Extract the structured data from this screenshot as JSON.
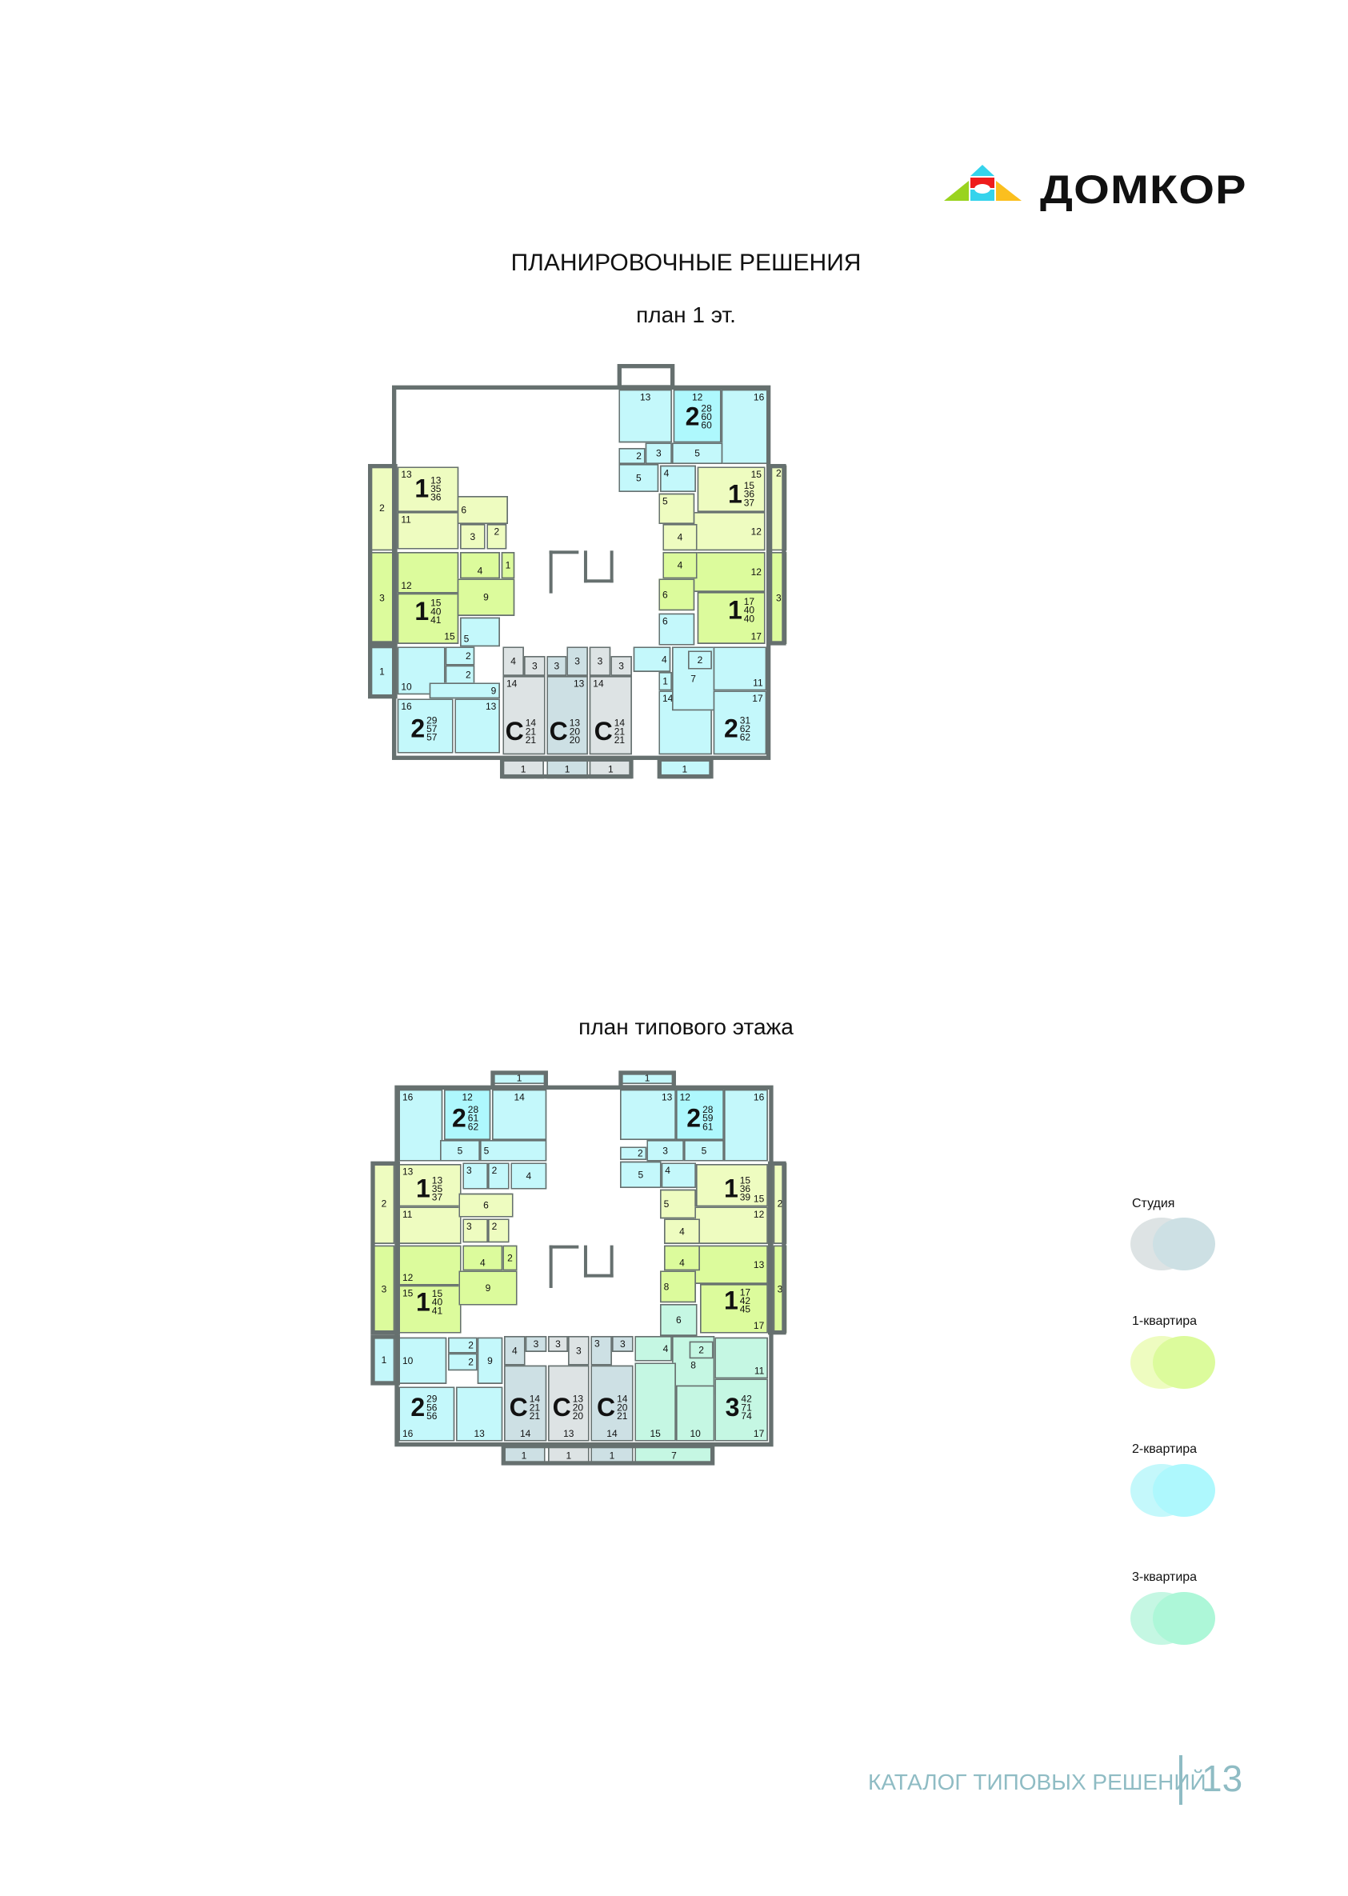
{
  "logo": {
    "text": "ДОМКОР"
  },
  "header": {
    "title": "ПЛАНИРОВОЧНЫЕ РЕШЕНИЯ"
  },
  "plans": [
    {
      "title": "план 1 эт.",
      "rooms": [
        "13",
        "12",
        "16",
        "3",
        "5",
        "2",
        "5",
        "4",
        "2",
        "13",
        "11",
        "6",
        "3",
        "2",
        "3",
        "12",
        "15",
        "4",
        "1",
        "9",
        "1",
        "10",
        "2",
        "2",
        "9",
        "5",
        "16",
        "13",
        "4",
        "3",
        "14",
        "3",
        "3",
        "13",
        "3",
        "3",
        "14",
        "1",
        "1",
        "1",
        "4",
        "1",
        "14",
        "7",
        "2",
        "11",
        "17",
        "6",
        "1",
        "15",
        "12",
        "2",
        "5",
        "4",
        "12",
        "17",
        "3",
        "4",
        "6"
      ],
      "apartments": [
        {
          "rooms": "2",
          "areas": [
            "28",
            "60",
            "60"
          ]
        },
        {
          "rooms": "1",
          "areas": [
            "13",
            "35",
            "36"
          ]
        },
        {
          "rooms": "1",
          "areas": [
            "15",
            "40",
            "41"
          ]
        },
        {
          "rooms": "2",
          "areas": [
            "29",
            "57",
            "57"
          ]
        },
        {
          "rooms": "С",
          "areas": [
            "14",
            "21",
            "21"
          ]
        },
        {
          "rooms": "С",
          "areas": [
            "13",
            "20",
            "20"
          ]
        },
        {
          "rooms": "С",
          "areas": [
            "14",
            "21",
            "21"
          ]
        },
        {
          "rooms": "2",
          "areas": [
            "31",
            "62",
            "62"
          ]
        },
        {
          "rooms": "1",
          "areas": [
            "15",
            "36",
            "37"
          ]
        },
        {
          "rooms": "1",
          "areas": [
            "17",
            "40",
            "40"
          ]
        }
      ]
    },
    {
      "title": "план типового этажа",
      "rooms": [
        "16",
        "12",
        "14",
        "5",
        "5",
        "3",
        "2",
        "4",
        "1",
        "13",
        "12",
        "16",
        "3",
        "5",
        "2",
        "5",
        "4",
        "1",
        "2",
        "13",
        "11",
        "6",
        "3",
        "2",
        "3",
        "12",
        "15",
        "4",
        "2",
        "9",
        "1",
        "10",
        "2",
        "2",
        "9",
        "16",
        "13",
        "4",
        "3",
        "14",
        "3",
        "3",
        "13",
        "3",
        "3",
        "14",
        "1",
        "1",
        "1",
        "4",
        "8",
        "2",
        "11",
        "15",
        "10",
        "17",
        "6",
        "7",
        "15",
        "5",
        "12",
        "4",
        "2",
        "13",
        "17",
        "4",
        "8",
        "3"
      ],
      "apartments": [
        {
          "rooms": "2",
          "areas": [
            "28",
            "61",
            "62"
          ]
        },
        {
          "rooms": "2",
          "areas": [
            "28",
            "59",
            "61"
          ]
        },
        {
          "rooms": "1",
          "areas": [
            "13",
            "35",
            "37"
          ]
        },
        {
          "rooms": "1",
          "areas": [
            "15",
            "40",
            "41"
          ]
        },
        {
          "rooms": "2",
          "areas": [
            "29",
            "56",
            "56"
          ]
        },
        {
          "rooms": "С",
          "areas": [
            "14",
            "21",
            "21"
          ]
        },
        {
          "rooms": "С",
          "areas": [
            "13",
            "20",
            "20"
          ]
        },
        {
          "rooms": "С",
          "areas": [
            "14",
            "20",
            "21"
          ]
        },
        {
          "rooms": "3",
          "areas": [
            "42",
            "71",
            "74"
          ]
        },
        {
          "rooms": "1",
          "areas": [
            "15",
            "36",
            "39"
          ]
        },
        {
          "rooms": "1",
          "areas": [
            "17",
            "42",
            "45"
          ]
        }
      ]
    }
  ],
  "legend": [
    {
      "label": "Студия",
      "colors": [
        "#dde3e4",
        "#cde0e4"
      ]
    },
    {
      "label": "1-квартира",
      "colors": [
        "#eefcc0",
        "#dcfb9c"
      ]
    },
    {
      "label": "2-квартира",
      "colors": [
        "#c4f8fb",
        "#aef8fd"
      ]
    },
    {
      "label": "3-квартира",
      "colors": [
        "#c5f7e3",
        "#adf7d8"
      ]
    }
  ],
  "footer": {
    "catalog": "КАТАЛОГ ТИПОВЫХ РЕШЕНИЙ",
    "page": "13"
  },
  "colors": {
    "wall": "#66706f",
    "footer": "#8fbcc4"
  }
}
